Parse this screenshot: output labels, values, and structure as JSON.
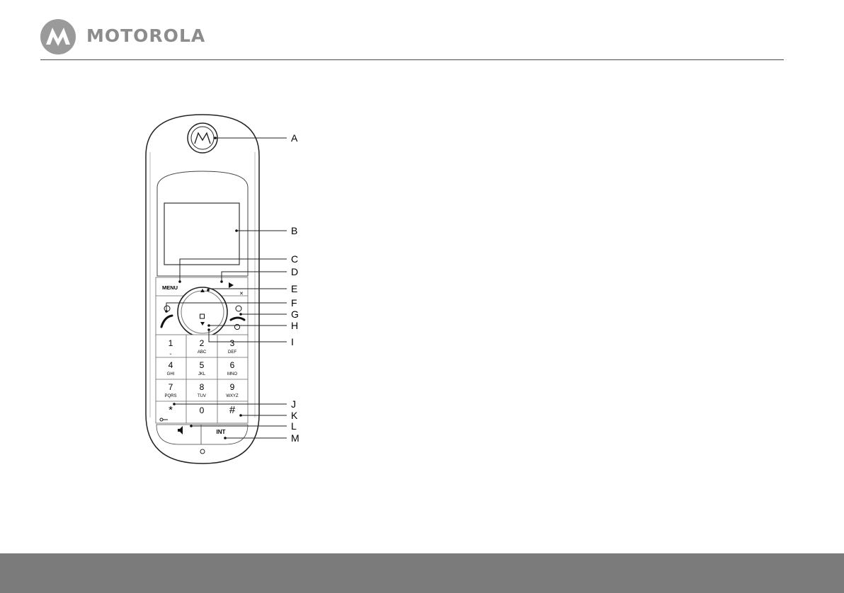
{
  "brand": {
    "name": "MOTOROLA"
  },
  "handset": {
    "keys": {
      "menu": "MENU",
      "intercom": "INT",
      "digits": [
        {
          "num": "1",
          "sub": "⎵"
        },
        {
          "num": "2",
          "sub": "ABC"
        },
        {
          "num": "3",
          "sub": "DEF"
        },
        {
          "num": "4",
          "sub": "GHI"
        },
        {
          "num": "5",
          "sub": "JKL"
        },
        {
          "num": "6",
          "sub": "MNO"
        },
        {
          "num": "7",
          "sub": "PQRS"
        },
        {
          "num": "8",
          "sub": "TUV"
        },
        {
          "num": "9",
          "sub": "WXYZ"
        },
        {
          "num": "*",
          "sub": ""
        },
        {
          "num": "0",
          "sub": ""
        },
        {
          "num": "#",
          "sub": ""
        }
      ]
    }
  },
  "callouts": [
    "A",
    "B",
    "C",
    "D",
    "E",
    "F",
    "G",
    "H",
    "I",
    "J",
    "K",
    "L",
    "M"
  ],
  "colors": {
    "footer": "#7b7b7b",
    "logo_grey": "#8c8c8c",
    "line": "#333333"
  }
}
